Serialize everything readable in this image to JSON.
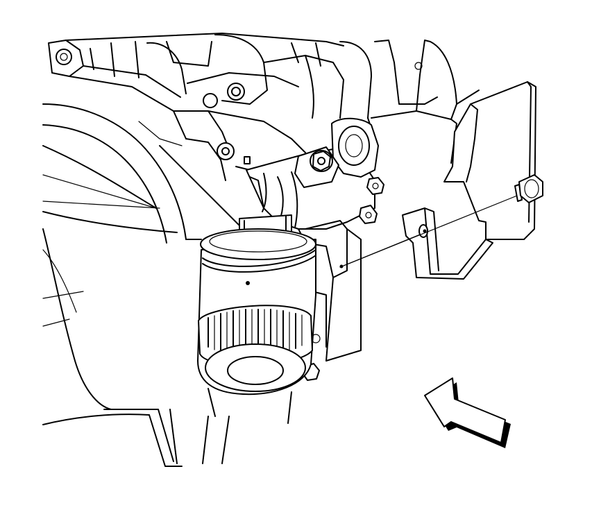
{
  "figure": {
    "colors": {
      "line": "#000000",
      "background": "#ffffff"
    },
    "parts": [
      "engine-block",
      "oil-filter-adapter",
      "oil-filter",
      "heat-shield-bracket",
      "bracket-bolt",
      "view-direction-arrow"
    ]
  }
}
